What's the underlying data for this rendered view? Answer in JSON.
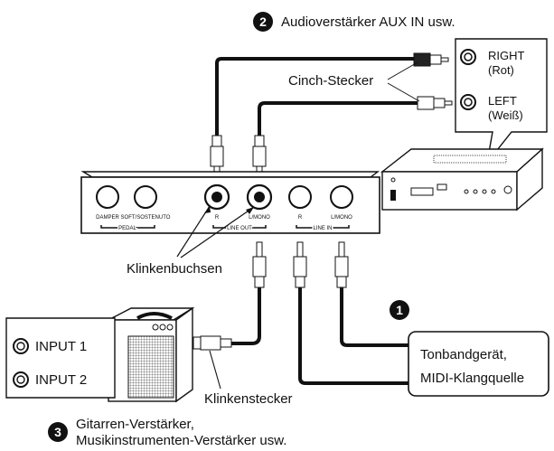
{
  "steps": {
    "s1": {
      "number": "1"
    },
    "s2": {
      "number": "2",
      "label": "Audioverstärker AUX IN usw."
    },
    "s3": {
      "number": "3",
      "line1": "Gitarren-Verstärker,",
      "line2": "Musikinstrumenten-Verstärker usw."
    }
  },
  "labels": {
    "cinch": "Cinch-Stecker",
    "klinkenbuchsen": "Klinkenbuchsen",
    "klinkenstecker": "Klinkenstecker"
  },
  "aux_callout": {
    "right_label": "RIGHT",
    "right_sub": "(Rot)",
    "left_label": "LEFT",
    "left_sub": "(Weiß)"
  },
  "tape_box": {
    "line1": "Tonbandgerät,",
    "line2": "MIDI-Klangquelle"
  },
  "amp_inputs": {
    "input1": "INPUT 1",
    "input2": "INPUT 2"
  },
  "panel": {
    "damper": "DAMPER",
    "soft": "SOFT/SOSTENUTO",
    "pedal": "PEDAL",
    "lo_r": "R",
    "lo_lmono": "L/MONO",
    "line_out": "LINE OUT",
    "li_r": "R",
    "li_lmono": "L/MONO",
    "line_in": "LINE IN"
  }
}
